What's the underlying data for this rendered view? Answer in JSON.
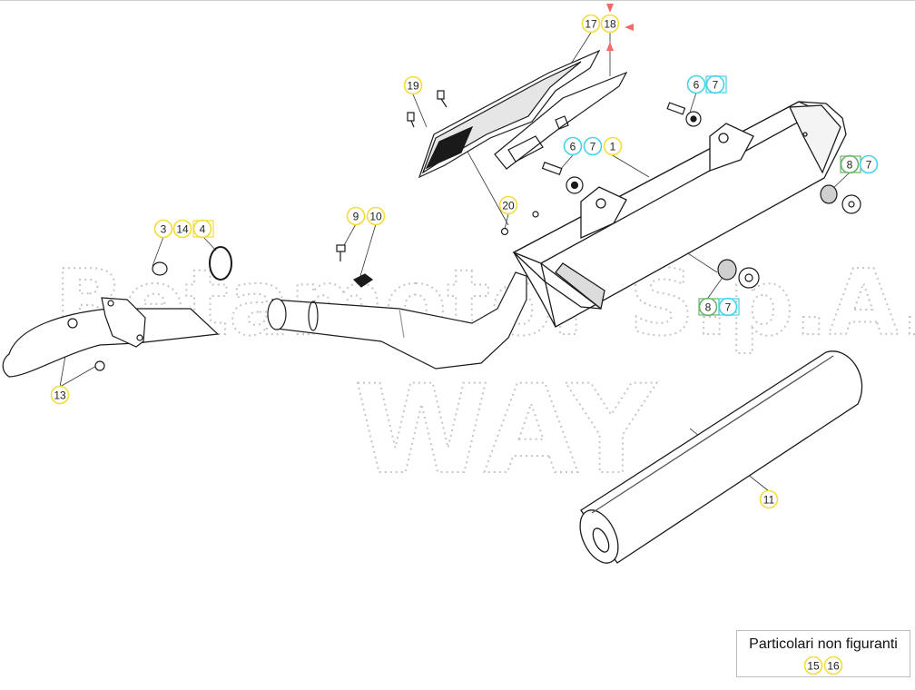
{
  "watermark": {
    "line1": "Betamotor S.p.A.",
    "line2": "WAY"
  },
  "colors": {
    "yellow": "#f2dd3a",
    "cyan": "#46d2ea",
    "green": "#6bb56b",
    "marker": "#f26a6a",
    "line": "#1a1a1a"
  },
  "callouts": [
    {
      "label": "17",
      "color": "yellow",
      "boxed": false
    },
    {
      "label": "18",
      "color": "yellow",
      "boxed": false,
      "marker": true
    },
    {
      "label": "19",
      "color": "yellow",
      "boxed": false
    },
    {
      "label": "6",
      "color": "cyan",
      "boxed": false
    },
    {
      "label": "7",
      "color": "cyan",
      "boxed": true
    },
    {
      "label": "6",
      "color": "cyan",
      "boxed": false
    },
    {
      "label": "7",
      "color": "cyan",
      "boxed": false
    },
    {
      "label": "1",
      "color": "yellow",
      "boxed": false
    },
    {
      "label": "8",
      "color": "green",
      "boxed": true
    },
    {
      "label": "7",
      "color": "cyan",
      "boxed": false
    },
    {
      "label": "20",
      "color": "yellow",
      "boxed": false
    },
    {
      "label": "9",
      "color": "yellow",
      "boxed": false
    },
    {
      "label": "10",
      "color": "yellow",
      "boxed": false
    },
    {
      "label": "3",
      "color": "yellow",
      "boxed": false
    },
    {
      "label": "14",
      "color": "yellow",
      "boxed": false
    },
    {
      "label": "4",
      "color": "yellow",
      "boxed": true
    },
    {
      "label": "8",
      "color": "green",
      "boxed": true
    },
    {
      "label": "7",
      "color": "cyan",
      "boxed": true
    },
    {
      "label": "13",
      "color": "yellow",
      "boxed": false
    },
    {
      "label": "11",
      "color": "yellow",
      "boxed": false
    }
  ],
  "legend": {
    "title": "Particolari non figuranti",
    "items": [
      {
        "label": "15",
        "color": "yellow"
      },
      {
        "label": "16",
        "color": "yellow"
      }
    ]
  }
}
